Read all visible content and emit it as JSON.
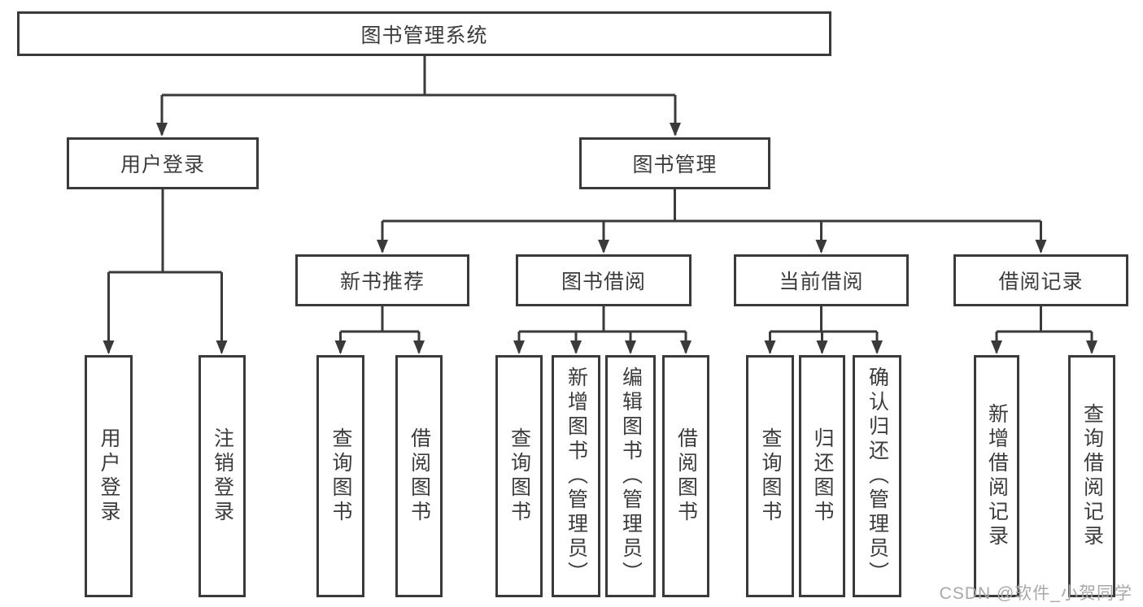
{
  "tree": {
    "label": "图书管理系统",
    "children": [
      {
        "label": "用户登录",
        "children": [
          {
            "label": "用户登录"
          },
          {
            "label": "注销登录"
          }
        ]
      },
      {
        "label": "图书管理",
        "children": [
          {
            "label": "新书推荐",
            "children": [
              {
                "label": "查询图书"
              },
              {
                "label": "借阅图书"
              }
            ]
          },
          {
            "label": "图书借阅",
            "children": [
              {
                "label": "查询图书"
              },
              {
                "label": "新增图书（管理员）"
              },
              {
                "label": "编辑图书（管理员）"
              },
              {
                "label": "借阅图书"
              }
            ]
          },
          {
            "label": "当前借阅",
            "children": [
              {
                "label": "查询图书"
              },
              {
                "label": "归还图书"
              },
              {
                "label": "确认归还（管理员）"
              }
            ]
          },
          {
            "label": "借阅记录",
            "children": [
              {
                "label": "新增借阅记录"
              },
              {
                "label": "查询借阅记录"
              }
            ]
          }
        ]
      }
    ]
  },
  "watermark": {
    "text": "CSDN @软件_小贺同学"
  },
  "colors": {
    "line": "#3a3a3a",
    "box_border": "#3a3a3a",
    "text": "#3c3c3c",
    "watermark": "#a8a8a8",
    "background": "#ffffff"
  }
}
